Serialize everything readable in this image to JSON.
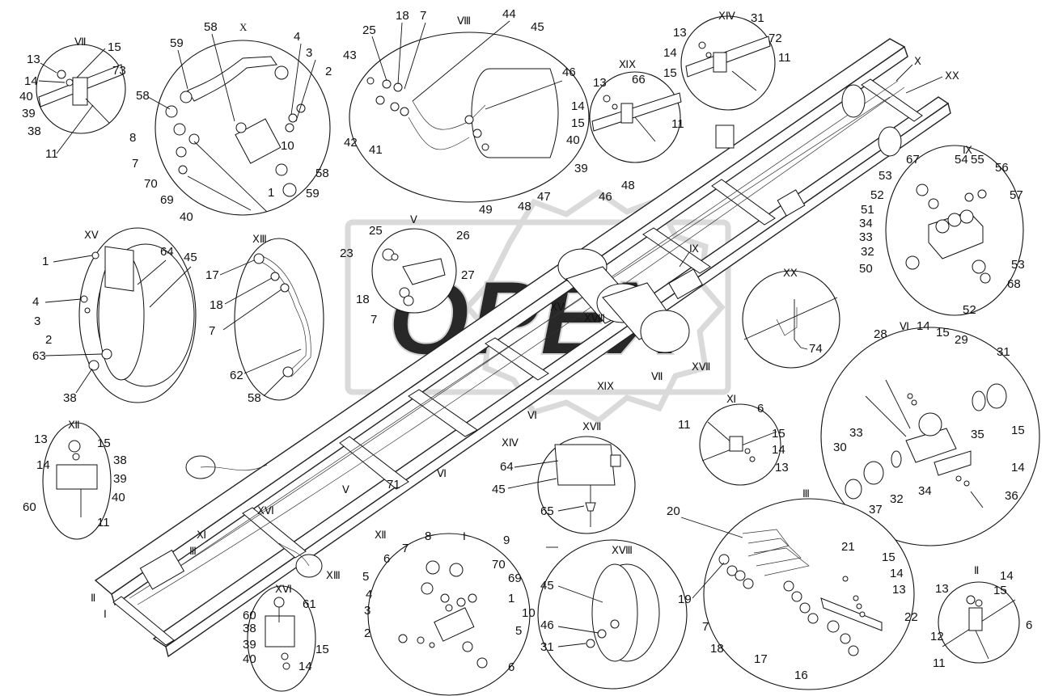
{
  "watermark": "OPEX",
  "details": [
    {
      "id": "VII",
      "roman": "Ⅶ",
      "labels": [
        "13",
        "14",
        "15",
        "73",
        "40",
        "39",
        "38",
        "11"
      ]
    },
    {
      "id": "X",
      "roman": "X",
      "labels": [
        "58",
        "59",
        "58",
        "8",
        "7",
        "70",
        "69",
        "40",
        "4",
        "3",
        "2",
        "10",
        "1",
        "58",
        "59"
      ]
    },
    {
      "id": "VIII",
      "roman": "Ⅷ",
      "labels": [
        "25",
        "18",
        "7",
        "44",
        "45",
        "46",
        "43",
        "42",
        "41",
        "49",
        "48",
        "47"
      ]
    },
    {
      "id": "XIX",
      "roman": "ⅪⅩ",
      "labels": [
        "13",
        "66",
        "14",
        "15",
        "40",
        "39",
        "11"
      ]
    },
    {
      "id": "XIV",
      "roman": "ⅩⅣ",
      "labels": [
        "13",
        "31",
        "72",
        "14",
        "15",
        "11"
      ]
    },
    {
      "id": "XV",
      "roman": "ⅩⅤ",
      "labels": [
        "1",
        "64",
        "45",
        "4",
        "3",
        "2",
        "63",
        "38"
      ]
    },
    {
      "id": "XIII",
      "roman": "ⅩⅢ",
      "labels": [
        "17",
        "18",
        "7",
        "62",
        "58"
      ]
    },
    {
      "id": "V",
      "roman": "Ⅴ",
      "labels": [
        "25",
        "26",
        "23",
        "27",
        "18",
        "7"
      ]
    },
    {
      "id": "IX",
      "roman": "Ⅸ",
      "labels": [
        "67",
        "53",
        "54",
        "55",
        "56",
        "52",
        "57",
        "51",
        "34",
        "33",
        "32",
        "50",
        "53",
        "68",
        "52"
      ]
    },
    {
      "id": "XX",
      "roman": "ⅩⅩ",
      "labels": [
        "74"
      ]
    },
    {
      "id": "VI",
      "roman": "Ⅵ",
      "labels": [
        "28",
        "14",
        "15",
        "29",
        "31",
        "33",
        "35",
        "30",
        "32",
        "34",
        "15",
        "14",
        "37",
        "36"
      ]
    },
    {
      "id": "XI",
      "roman": "Ⅺ",
      "labels": [
        "11",
        "6",
        "15",
        "14",
        "13"
      ]
    },
    {
      "id": "XVII",
      "roman": "ⅩⅦ",
      "labels": [
        "64",
        "45",
        "65"
      ]
    },
    {
      "id": "XII",
      "roman": "Ⅻ",
      "labels": [
        "13",
        "15",
        "14",
        "38",
        "39",
        "40",
        "60",
        "11"
      ]
    },
    {
      "id": "I",
      "roman": "Ⅰ",
      "labels": [
        "8",
        "9",
        "7",
        "70",
        "6",
        "69",
        "5",
        "1",
        "4",
        "3",
        "10",
        "2",
        "5",
        "6"
      ]
    },
    {
      "id": "XVIII",
      "roman": "ⅩⅧ",
      "labels": [
        "45",
        "46",
        "31"
      ]
    },
    {
      "id": "III",
      "roman": "Ⅲ",
      "labels": [
        "20",
        "21",
        "15",
        "14",
        "13",
        "19",
        "7",
        "18",
        "17",
        "22",
        "16"
      ]
    },
    {
      "id": "II",
      "roman": "Ⅱ",
      "labels": [
        "13",
        "14",
        "15",
        "12",
        "6",
        "11"
      ]
    },
    {
      "id": "XVI",
      "roman": "ⅩⅥ",
      "labels": [
        "61",
        "60",
        "38",
        "39",
        "40",
        "15",
        "14"
      ]
    }
  ],
  "chassis_markers": [
    {
      "roman": "Ⅹ"
    },
    {
      "roman": "ⅩⅩ"
    },
    {
      "roman": "Ⅸ"
    },
    {
      "roman": "Ⅳ"
    },
    {
      "roman": "ⅩⅤ"
    },
    {
      "roman": "ⅩⅧ"
    },
    {
      "roman": "Ⅶ"
    },
    {
      "roman": "ⅩⅦ"
    },
    {
      "roman": "ⅪⅩ"
    },
    {
      "roman": "Ⅵ"
    },
    {
      "roman": "ⅩⅣ"
    },
    {
      "roman": "Ⅵ"
    },
    {
      "roman": "Ⅴ"
    },
    {
      "roman": "71"
    },
    {
      "roman": "Ⅻ"
    },
    {
      "roman": "Ⅺ"
    },
    {
      "roman": "ⅩⅥ"
    },
    {
      "roman": "ⅩⅢ"
    },
    {
      "roman": "Ⅲ"
    },
    {
      "roman": "Ⅱ"
    },
    {
      "roman": "Ⅰ"
    },
    {
      "roman": "46"
    },
    {
      "roman": "48"
    }
  ]
}
